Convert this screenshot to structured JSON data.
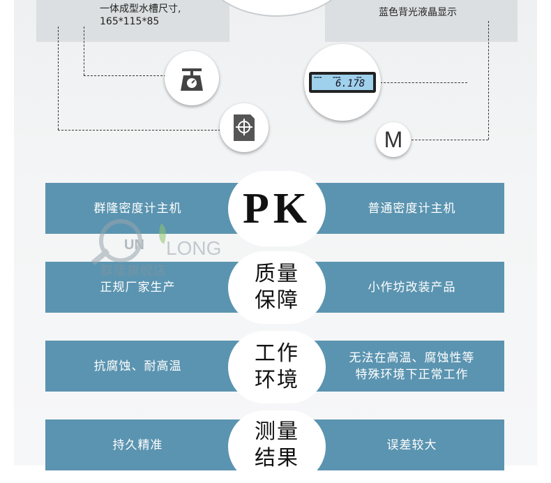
{
  "top_section": {
    "left_caption": [
      "一体成型水槽尺寸,",
      "165*115*85"
    ],
    "right_caption": "蓝色背光液晶显示",
    "lcd_reading": "6.178",
    "lcd_small_labels": [
      "▬▬▬",
      "▬▬▬",
      "▬▬"
    ],
    "mode_badge": "M",
    "icons": [
      "scale-icon",
      "lcd-display-icon",
      "calibration-icon",
      "mode-m-icon"
    ]
  },
  "watermark": {
    "brand_un": "UN",
    "brand_long": "LONG",
    "store_name": "群隆旗舰店"
  },
  "comparison": {
    "header": {
      "left": "群隆密度计主机",
      "center": "PK",
      "right": "普通密度计主机"
    },
    "rows": [
      {
        "center_lines": [
          "质量",
          "保障"
        ],
        "left": "正规厂家生产",
        "right_lines": [
          "小作坊改装产品"
        ]
      },
      {
        "center_lines": [
          "工作",
          "环境"
        ],
        "left": "抗腐蚀、耐高温",
        "right_lines": [
          "无法在高温、腐蚀性等",
          "特殊环境下正常工作"
        ]
      },
      {
        "center_lines": [
          "测量",
          "结果"
        ],
        "left": "持久精准",
        "right_lines": [
          "误差较大"
        ]
      }
    ]
  },
  "colors": {
    "bar_blue": "#5b94b0",
    "panel_gray": "#dcdfe1",
    "lcd_screen": "#9fd0ec"
  }
}
